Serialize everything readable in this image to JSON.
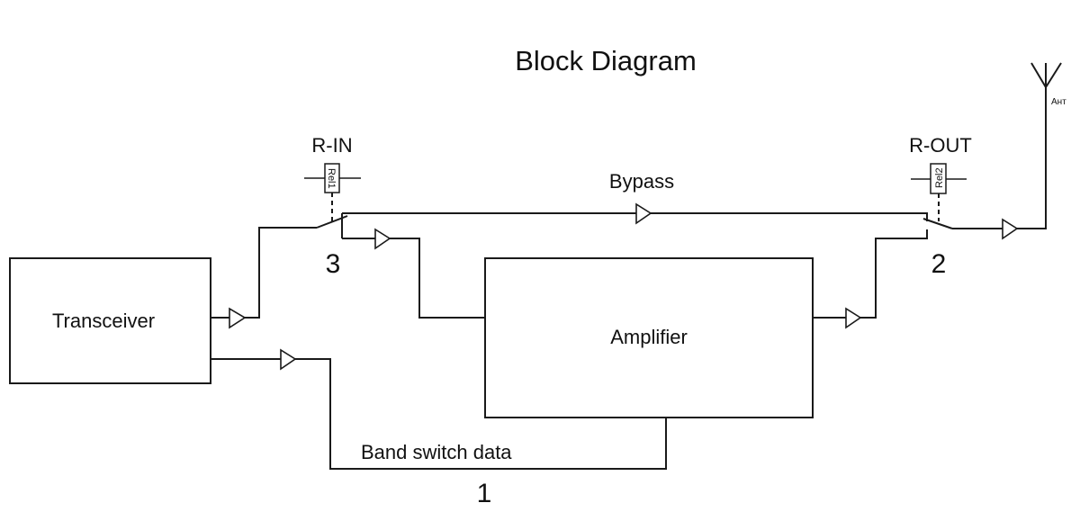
{
  "title": "Block Diagram",
  "blocks": {
    "transceiver": "Transceiver",
    "amplifier": "Amplifier"
  },
  "relays": {
    "input": {
      "name": "R-IN",
      "tag": "Rel1",
      "node_number": "3"
    },
    "output": {
      "name": "R-OUT",
      "tag": "Rel2",
      "node_number": "2"
    }
  },
  "paths": {
    "bypass": "Bypass",
    "band_switch": "Band switch data",
    "band_switch_number": "1"
  },
  "antenna": {
    "label": "Ант"
  },
  "colors": {
    "line": "#1a1a1a",
    "background": "#ffffff"
  }
}
